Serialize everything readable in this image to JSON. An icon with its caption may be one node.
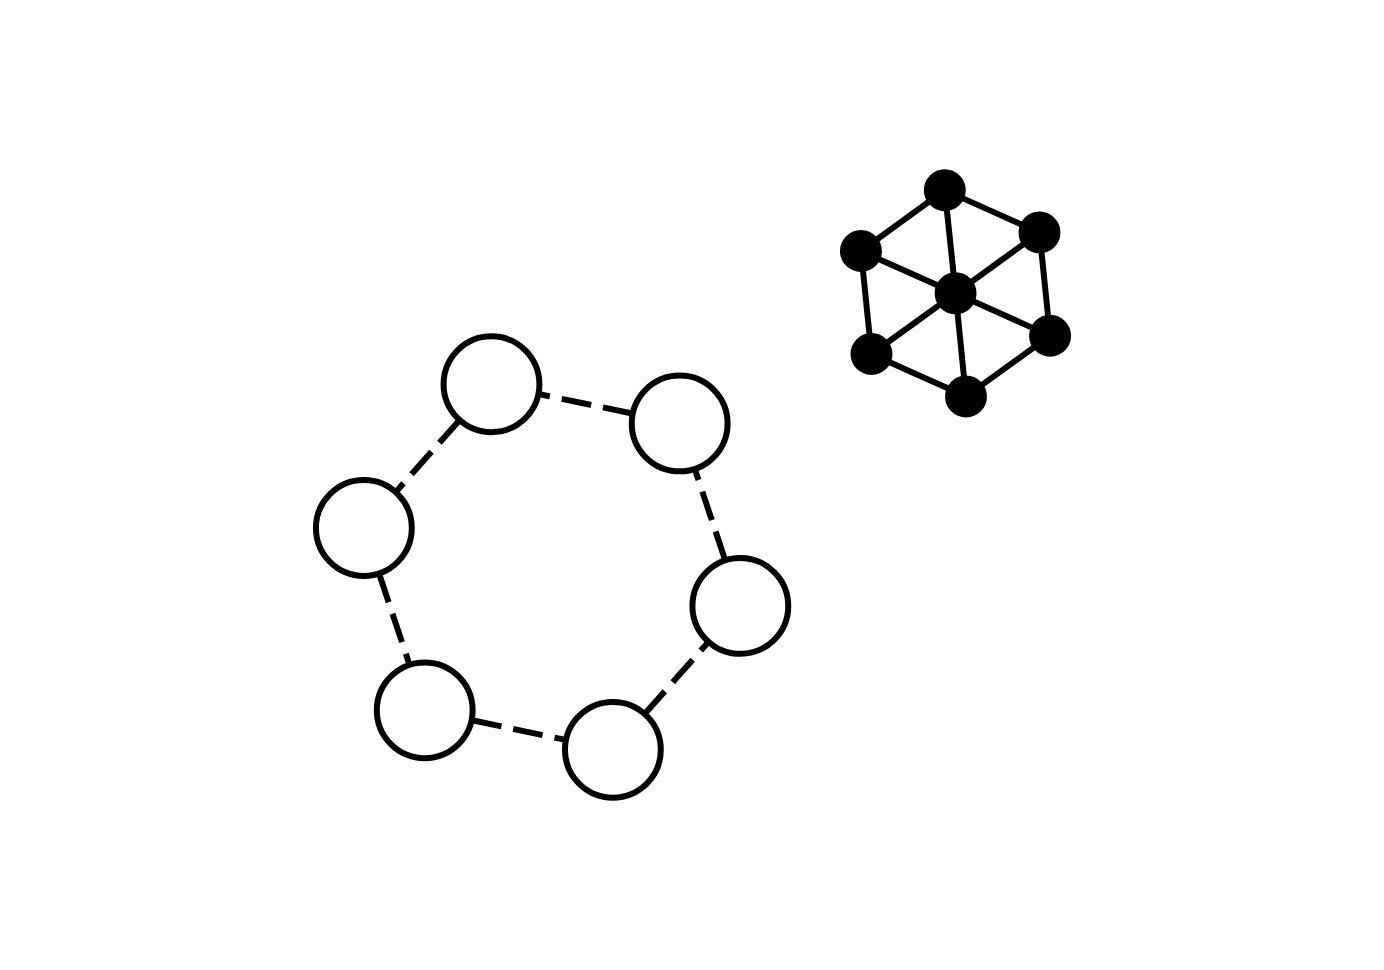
{
  "diagram": {
    "nodes": [
      {
        "text": [],
        "shape": "dot"
      },
      {
        "text": [],
        "shape": "circle"
      },
      {
        "text": [],
        "shape": "circle"
      },
      {
        "text": [],
        "shape": "dot"
      },
      {
        "text": [],
        "shape": "dot"
      },
      {
        "text": [],
        "shape": "dot"
      },
      {
        "text": [],
        "shape": "circle"
      },
      {
        "text": [],
        "shape": "circle"
      },
      {
        "text": [],
        "shape": "circle"
      },
      {
        "text": [],
        "shape": "circle"
      },
      {
        "text": [],
        "shape": "dot"
      },
      {
        "text": [],
        "shape": "dot"
      },
      {
        "text": [],
        "shape": "dot"
      }
    ],
    "edges": [
      {
        "from": 0,
        "to": 4,
        "arrow": "none"
      },
      {
        "from": 0,
        "to": 3,
        "arrow": "none"
      },
      {
        "from": 0,
        "to": 5,
        "arrow": "none"
      },
      {
        "from": 4,
        "to": 5,
        "arrow": "none"
      },
      {
        "from": 3,
        "to": 5,
        "arrow": "none"
      },
      {
        "from": 3,
        "to": 10,
        "arrow": "none"
      },
      {
        "from": 4,
        "to": 11,
        "arrow": "none"
      },
      {
        "from": 5,
        "to": 11,
        "arrow": "none"
      },
      {
        "from": 5,
        "to": 12,
        "arrow": "none"
      },
      {
        "from": 5,
        "to": 10,
        "arrow": "none"
      },
      {
        "from": 11,
        "to": 12,
        "arrow": "none"
      },
      {
        "from": 12,
        "to": 10,
        "arrow": "none"
      },
      {
        "from": 1,
        "to": 2,
        "arrow": "none",
        "style": "dashed"
      },
      {
        "from": 2,
        "to": 6,
        "arrow": "none",
        "style": "dashed"
      },
      {
        "from": 6,
        "to": 9,
        "arrow": "none",
        "style": "dashed"
      },
      {
        "from": 9,
        "to": 8,
        "arrow": "none",
        "style": "dashed"
      },
      {
        "from": 8,
        "to": 7,
        "arrow": "none",
        "style": "dashed"
      },
      {
        "from": 7,
        "to": 1,
        "arrow": "none",
        "style": "dashed"
      }
    ]
  }
}
